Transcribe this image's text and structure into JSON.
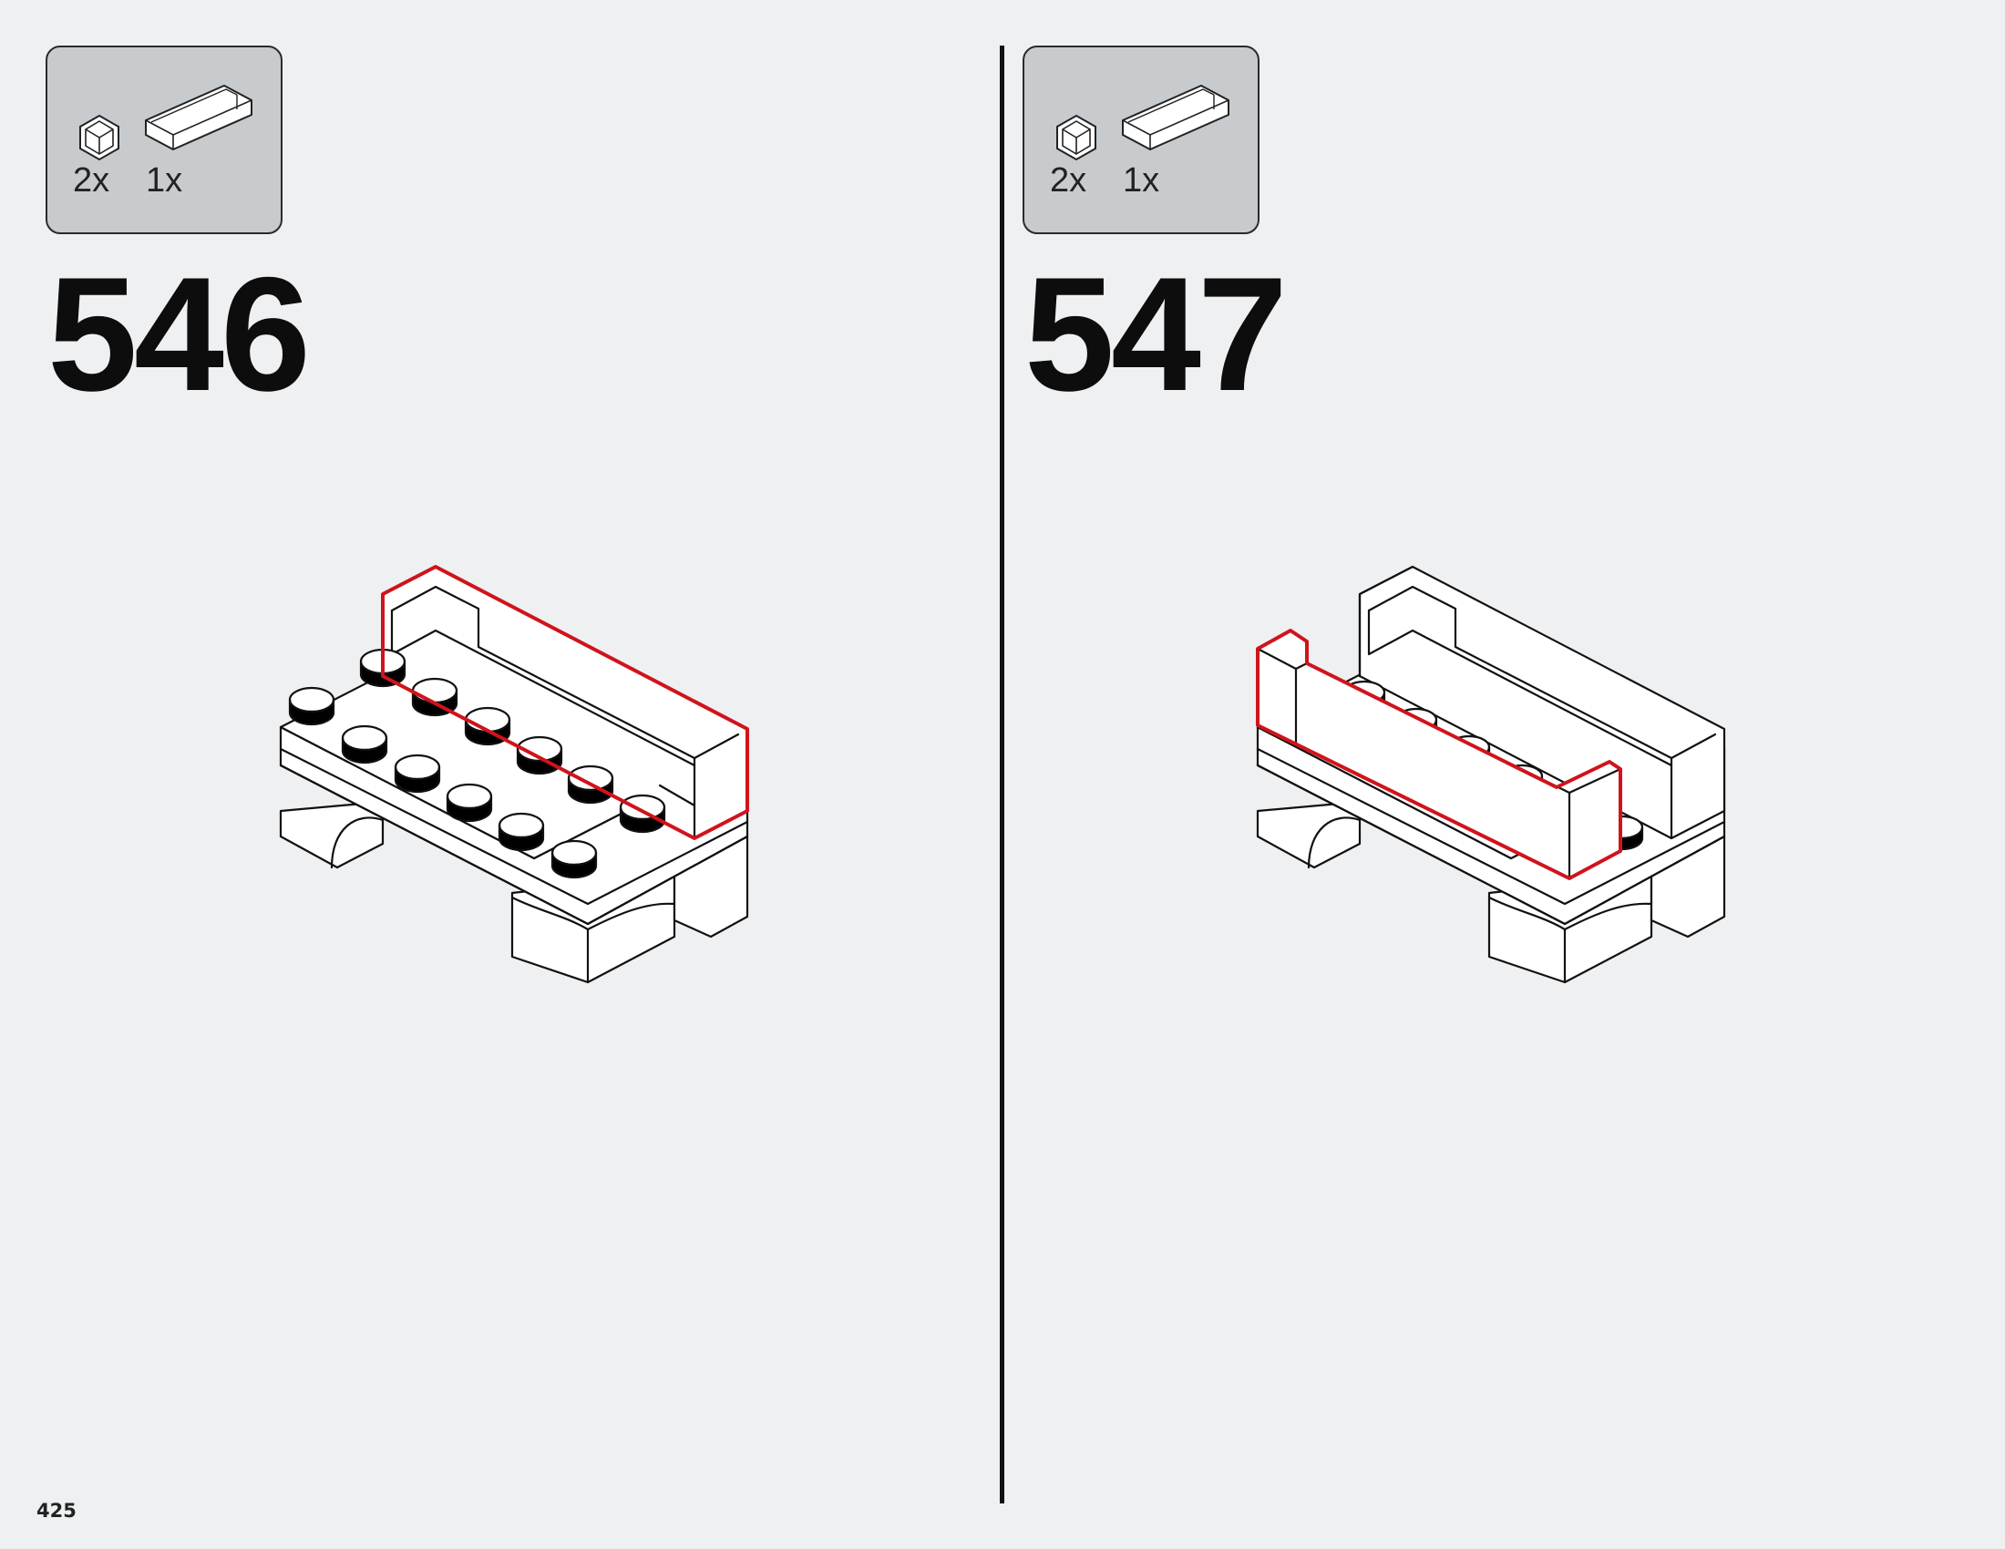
{
  "page": {
    "number": "425"
  },
  "steps": [
    {
      "number": "546",
      "parts": [
        {
          "icon": "corner-tile-icon",
          "quantity": "2x"
        },
        {
          "icon": "long-wall-tile-icon",
          "quantity": "1x"
        }
      ],
      "highlight_color": "#d0131c"
    },
    {
      "number": "547",
      "parts": [
        {
          "icon": "corner-tile-icon",
          "quantity": "2x"
        },
        {
          "icon": "long-wall-tile-icon",
          "quantity": "1x"
        }
      ],
      "highlight_color": "#d0131c"
    }
  ],
  "colors": {
    "background": "#eef0f2",
    "parts_box": "#c8cbce",
    "highlight": "#d0131c"
  }
}
